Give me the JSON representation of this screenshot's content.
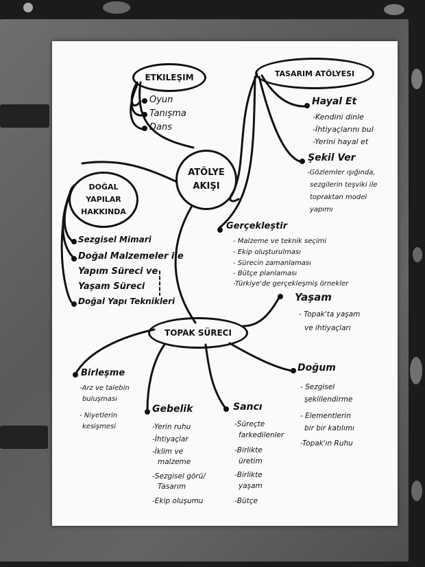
{
  "center": {
    "line1": "ATÖLYE",
    "line2": "AKIŞI"
  },
  "etkilesim": {
    "title": "ETKILEŞIM",
    "items": [
      "Oyun",
      "Tanışma",
      "Dans"
    ]
  },
  "tasarim": {
    "title": "TASARIM ATÖLYESI"
  },
  "hayal": {
    "title": "Hayal Et",
    "items": [
      "-Kendini dinle",
      "-İhtiyaçlarını bul",
      "-Yerini hayal et"
    ]
  },
  "sekil": {
    "title": "Şekil Ver",
    "lines": [
      "-Gözlemler ışığında,",
      "sezgilerin teşviki ile",
      "topraktan model",
      "yapımı"
    ]
  },
  "dogal": {
    "title_lines": [
      "DOĞAL",
      "YAPILAR",
      "HAKKINDA"
    ],
    "items": [
      "Sezgisel Mimari",
      "Doğal Malzemeler ile",
      "Yapım Süreci ve",
      "Yaşam Süreci",
      "Doğal Yapı Teknikleri"
    ]
  },
  "gerceklestir": {
    "title": "Gerçekleştir",
    "items": [
      "- Malzeme ve teknik seçimi",
      "- Ekip oluşturulması",
      "- Sürecin zamanlaması",
      "- Bütçe planlaması",
      "-Türkiye'de gerçekleşmiş örnekler"
    ]
  },
  "yasam": {
    "title": "Yaşam",
    "lines": [
      "- Topak'ta yaşam",
      "ve ihtiyaçları"
    ]
  },
  "topak": {
    "title": "TOPAK SÜRECI"
  },
  "birlesme": {
    "title": "Birleşme",
    "lines": [
      "-Arz ve talebin",
      "buluşması",
      "- Niyetlerin",
      "kesişmesi"
    ]
  },
  "gebelik": {
    "title": "Gebelik",
    "lines": [
      "-Yerin ruhu",
      "-İhtiyaçlar",
      "-İklim ve",
      "malzeme",
      "-Sezgisel görü/",
      "Tasarım",
      "-Ekip oluşumu"
    ]
  },
  "sanci": {
    "title": "Sancı",
    "lines": [
      "-Süreçte",
      "farkedilenler",
      "-Birlikte",
      "üretim",
      "-Birlikte",
      "yaşam",
      "-Bütçe"
    ]
  },
  "dogum": {
    "title": "Doğum",
    "lines": [
      "- Sezgisel",
      "şekillendirme",
      "- Elementlerin",
      "bir bir katılımı",
      "-Topak'ın Ruhu"
    ]
  },
  "colors": {
    "ink": "#111111",
    "paper": "#fafafa",
    "board": "#5e5e5e"
  }
}
